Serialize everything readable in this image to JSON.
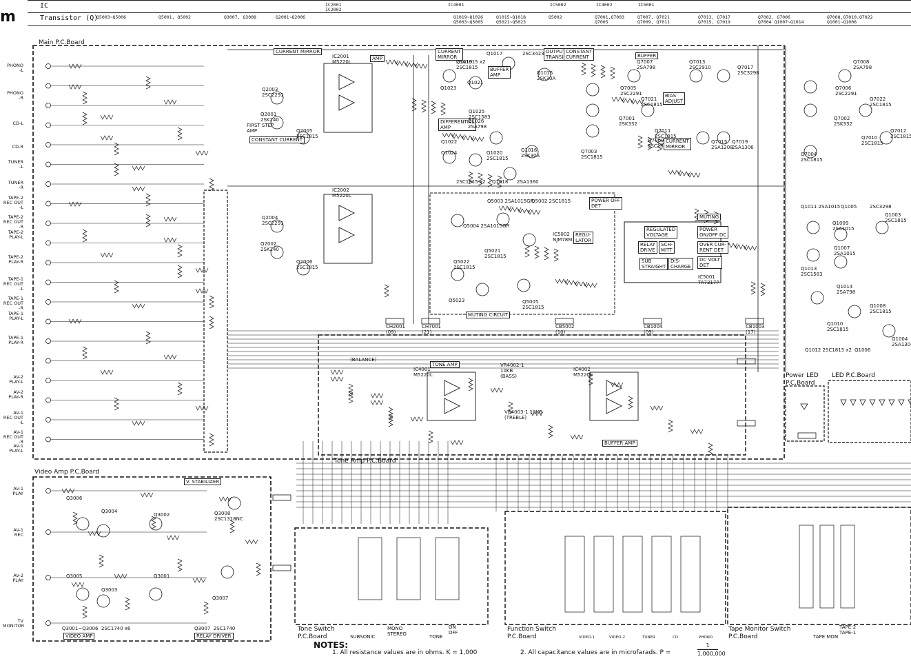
{
  "corner_letter": "m",
  "header_table": {
    "ic_label": "IC",
    "transistor_label": "Transistor (Q)",
    "ic_row": [
      "IC2001\nIC2002",
      "IC4001",
      "IC5002",
      "IC4002",
      "IC5001"
    ],
    "transistor_row": [
      "Q5003~Q5006",
      "Q5001, Q5002",
      "Q3007, Q3008",
      "Q2001~Q2006",
      "Q1019~Q1026\nQ5003~Q5005",
      "Q1015~Q1018\nQ5021~Q5023",
      "Q5002",
      "Q7001,Q7003\nQ7005",
      "Q7007, Q7021\nQ7009, Q7011",
      "Q7013, Q7017\nQ7015, Q7019",
      "Q7002, Q7006\nQ7004 Q1007~Q1014",
      "Q7008,Q7010,Q7022\nQ1001~Q1006"
    ]
  },
  "boards": {
    "main": "Main P.C.Board",
    "video_amp": "Video Amp P.C.Board",
    "tone_amp": "Tone Amp P.C.Board",
    "tone_switch": "Tone Switch\nP.C.Board",
    "function_switch": "Function Switch\nP.C.Board",
    "tape_monitor": "Tape Monitor Switch\nP.C.Board",
    "power_led": "Power LED\nP.C.Board",
    "led": "LED P.C.Board"
  },
  "input_jacks": [
    "PHONO\n-L",
    "PHONO\n-R",
    "CD-L",
    "CD-R",
    "TUNER\n-L",
    "TUNER\n-R",
    "TAPE-2\nREC OUT\n-L",
    "TAPE-2\nREC OUT\n-R",
    "TAPE-2\nPLAY-L",
    "TAPE-2\nPLAY-R",
    "TAPE-1\nREC OUT\n-L",
    "TAPE-1\nREC OUT\n-R",
    "TAPE-1\nPLAY-L",
    "TAPE-1\nPLAY-R",
    "AV-2\nPLAY-L",
    "AV-2\nPLAY-R",
    "AV-1\nREC OUT\n-L",
    "AV-1\nREC OUT\n-R",
    "AV-1\nPLAY-L",
    "AV-1\nPLAY-R"
  ],
  "video_jacks": [
    "AV-1\nPLAY",
    "AV-1\nREC",
    "AV-2\nPLAY",
    "TV\nMONITOR"
  ],
  "blocks": {
    "current_mirror": "CURRENT MIRROR",
    "ic2001": "IC2001\nM5220L",
    "ic2002": "IC2002\nM5220L",
    "amp": "AMP",
    "first_step_amp": "FIRST STEP\nAMP",
    "constant_current": "CONSTANT CURRENT",
    "q2003": "Q2003\n2SC2291",
    "q2001": "Q2001\n2SK240",
    "q2005": "Q2005\n2SC1815",
    "q2004": "Q2004\n2SC2291",
    "q2002": "Q2002\n2SK240",
    "q2006": "Q2006\n2SC1815",
    "q1017": "Q1017",
    "q1017_part": "2SC3423",
    "output_transistor": "OUTPUT\nTRANSISTOR",
    "constant_current_2": "CONSTANT\nCURRENT",
    "q1015": "Q1015\n2SK30A",
    "q1019": "Q1019\n2SC1815",
    "buffer_amp_1": "BUFFER\nAMP",
    "q1021": "Q1021",
    "q1023": "Q1023",
    "current_mirror_1": "CURRENT\nMIRROR",
    "q1015x2": "2SA1015 x2",
    "q1025": "Q1025\n2SC1583",
    "differential_amp": "DIFFERENTIAL\nAMP",
    "q1026": "Q1026\n2SA798",
    "q1022": "Q1022",
    "q1024": "Q1024",
    "q1020": "Q1020\n2SC1815",
    "q1016": "Q1016\n2SK30A",
    "q1018": "Q1018",
    "q1018_part": "2SA1360",
    "q_2sc1815x2": "2SC1815 x2",
    "q7005": "Q7005\n2SC2291",
    "q7003": "Q7003\n2SC1815",
    "q7001": "Q7001\n2SK332",
    "q7007": "Q7007\n2SA798",
    "q7021": "Q7021\n2SC1815",
    "bias_adjust": "BIAS\nADJUST",
    "q7011": "Q7011\n2SC1815",
    "q7009": "Q7009\n2SC1815",
    "current_mirror_2": "CURRENT\nMIRROR",
    "q7013": "Q7013\n2SC2910",
    "q7017": "Q7017\n2SC3298",
    "q7015": "Q7015\n2SA1208",
    "q7019": "Q7019\n2SA1306",
    "buffer": "BUFFER",
    "q7008": "Q7008\n2SA798",
    "q7006": "Q7006\n2SC2291",
    "q7002": "Q7002\n2SK332",
    "q7022": "Q7022\n2SC1815",
    "q7004": "Q7004\n2SC1815",
    "q7010": "Q7010\n2SC1815",
    "q7012": "Q7012\n2SC1815",
    "power_off_det": "POWER OFF\nDET",
    "q5003": "Q5003 2SA1015GR",
    "q5002": "Q5002 2SC1815",
    "q5004": "Q5004 2SA1015GR",
    "ic5002": "IC5002\nNJM78M12",
    "regulator": "REGU-\nLATOR",
    "q5021": "Q5021\n2SC1815",
    "q5022": "Q5022\n2SC1815",
    "q5023": "Q5023",
    "q5005": "Q5005\n2SC1815",
    "muting_circuit": "MUTING CIRCUIT",
    "muting": "MUTING",
    "regulated_voltage": "REGULATED\nVOLTAGE",
    "power_onoff_det": "POWER\nON/OFF DC",
    "relay_drive": "RELAY\nDRIVE",
    "schmitt": "SCH-\nMITT",
    "over_current_det": "OVER CUR-\nRENT DET",
    "dc_volt_det": "DC VOLT\nDET",
    "sub_straight": "SUB\nSTRAIGHT",
    "discharge": "DIS-\nCHARGE",
    "ic5001": "IC5001\nTA7317P",
    "q1011": "Q1011 2SA1015",
    "q1005": "Q1005",
    "q1005_part": "2SC3298",
    "q1003": "Q1003\n2SC1815",
    "q1009": "Q1009\n2SA1015",
    "q1007": "Q1007\n2SA1015",
    "q1013": "Q1013\n2SC1583",
    "q1014": "Q1014\n2SA798",
    "q1008": "Q1008\n2SC1815",
    "q1010": "Q1010\n2SC1815",
    "q1004": "Q1004\n2SA1306",
    "q1012": "Q1012 2SC1815 x2",
    "q1006": "Q1006",
    "tone_amp_box": "TONE AMP",
    "ic4001": "IC4001\nM5220L",
    "ic4002": "IC4002\nM5220L",
    "buffer_amp_2": "BUFFER AMP",
    "balance": "(BALANCE)",
    "bass": "VR4002-1\n10KB\n(BASS)",
    "treble": "VR4003-1 10KB\n(TREBLE)",
    "v_stabilizer": "V. STABILIZER",
    "q3006": "Q3006",
    "q3004": "Q3004",
    "q3002": "Q3002",
    "q3005": "Q3005",
    "q3003": "Q3003",
    "q3001": "Q3001",
    "q3008": "Q3008\n2SC1318NC",
    "q3007": "Q3007",
    "video_amp_parts": "Q3001~Q3006  2SC1740 x6",
    "video_amp_box": "VIDEO AMP",
    "relay_driver_parts": "Q3007  2SC1740",
    "relay_driver_box": "RELAY DRIVER",
    "ch2001": "CH2001\n(09)",
    "ch7001": "CH7001\n(21)",
    "cb5002": "CB5002\n(10)",
    "cb1004": "CB1004\n(09)",
    "cb1003": "CB1003\n(17)",
    "subsonic": "SUBSONIC",
    "mono_stereo": "MONO\nSTEREO",
    "tone": "TONE",
    "on_off": "ON\nOFF",
    "video_labels": [
      "VIDEO-1",
      "VIDEO-2",
      "TUNER",
      "CD",
      "PHONO"
    ],
    "tape_mon": "TAPE MON",
    "tape2_tape1": "TAPE-2\nTAPE-1"
  },
  "notes": {
    "title": "NOTES:",
    "note1": "1.  All resistance values are in ohms.  K = 1,000",
    "note2": "2.  All capacitance values are in microfarads.  P =",
    "frac_num": "1",
    "frac_den": "1,000,000"
  },
  "colors": {
    "ink": "#111111",
    "paper": "#ffffff"
  }
}
